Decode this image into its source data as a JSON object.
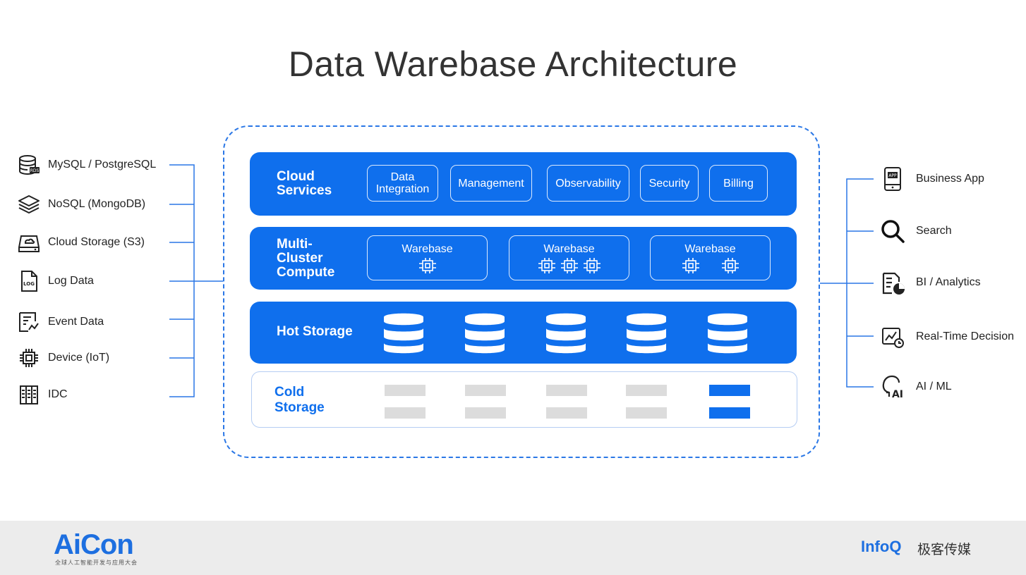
{
  "title": "Data Warebase Architecture",
  "sources": [
    {
      "label": "MySQL / PostgreSQL",
      "icon": "database-rds-icon"
    },
    {
      "label": "NoSQL (MongoDB)",
      "icon": "layers-icon"
    },
    {
      "label": "Cloud Storage (S3)",
      "icon": "cloud-drive-icon"
    },
    {
      "label": "Log Data",
      "icon": "log-file-icon"
    },
    {
      "label": "Event Data",
      "icon": "event-chart-icon"
    },
    {
      "label": "Device (IoT)",
      "icon": "chip-icon"
    },
    {
      "label": "IDC",
      "icon": "server-rack-icon"
    }
  ],
  "layers": {
    "cloud_services": {
      "title": "Cloud\nServices",
      "services": [
        "Data\nIntegration",
        "Management",
        "Observability",
        "Security",
        "Billing"
      ]
    },
    "compute": {
      "title": "Multi-\nCluster\nCompute",
      "warehouses": [
        {
          "label": "Warebase",
          "chips": 1
        },
        {
          "label": "Warebase",
          "chips": 3
        },
        {
          "label": "Warebase",
          "chips": 2
        }
      ]
    },
    "hot_storage": {
      "title": "Hot Storage",
      "db_count": 5
    },
    "cold_storage": {
      "title": "Cold\nStorage",
      "columns": 5,
      "highlight_column": 5
    }
  },
  "destinations": [
    {
      "label": "Business App",
      "icon": "mobile-app-icon"
    },
    {
      "label": "Search",
      "icon": "search-icon"
    },
    {
      "label": "BI / Analytics",
      "icon": "report-pie-icon"
    },
    {
      "label": "Real-Time Decision",
      "icon": "realtime-chart-icon"
    },
    {
      "label": "AI / ML",
      "icon": "ai-head-icon"
    }
  ],
  "footer": {
    "brand_left": "AiCon",
    "brand_left_sub": "全球人工智能开发与应用大会",
    "brand_right": "InfoQ",
    "brand_right_cn": "极客传媒"
  },
  "colors": {
    "accent": "#0f6fed",
    "gray_block": "#dcdcdc",
    "connector": "#2a77e6"
  }
}
